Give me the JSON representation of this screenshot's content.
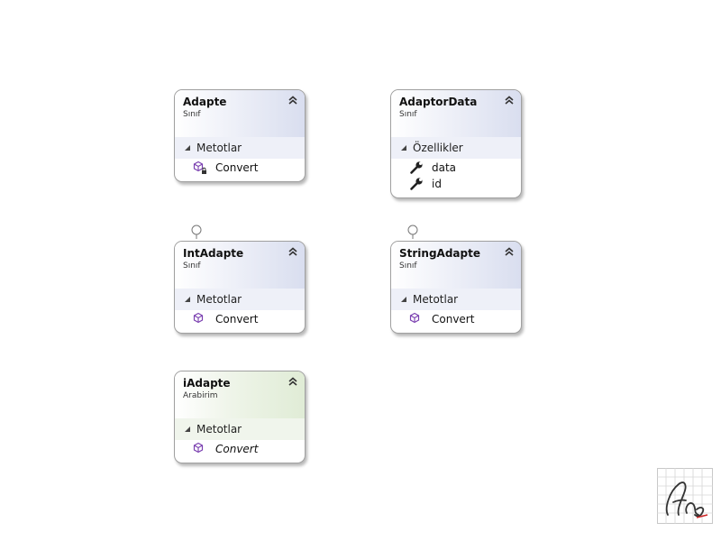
{
  "shapes": {
    "adapte": {
      "title": "Adapte",
      "kind": "Sınıf",
      "section": "Metotlar",
      "members": [
        {
          "name": "Convert",
          "icon": "protected-method-icon"
        }
      ]
    },
    "adaptor_data": {
      "title": "AdaptorData",
      "kind": "Sınıf",
      "section": "Özellikler",
      "members": [
        {
          "name": "data",
          "icon": "property-wrench-icon"
        },
        {
          "name": "id",
          "icon": "property-wrench-icon"
        }
      ]
    },
    "int_adapte": {
      "title": "IntAdapte",
      "kind": "Sınıf",
      "section": "Metotlar",
      "members": [
        {
          "name": "Convert",
          "icon": "method-icon"
        }
      ]
    },
    "string_adapte": {
      "title": "StringAdapte",
      "kind": "Sınıf",
      "section": "Metotlar",
      "members": [
        {
          "name": "Convert",
          "icon": "method-icon"
        }
      ]
    },
    "i_adapte": {
      "title": "iAdapte",
      "kind": "Arabirim",
      "section": "Metotlar",
      "members": [
        {
          "name": "Convert",
          "icon": "method-icon"
        }
      ]
    }
  },
  "colors": {
    "method_icon": "#7a3fb0",
    "wrench_icon": "#222222",
    "class_header": "#d9deef",
    "interface_header": "#e0ecd6"
  }
}
